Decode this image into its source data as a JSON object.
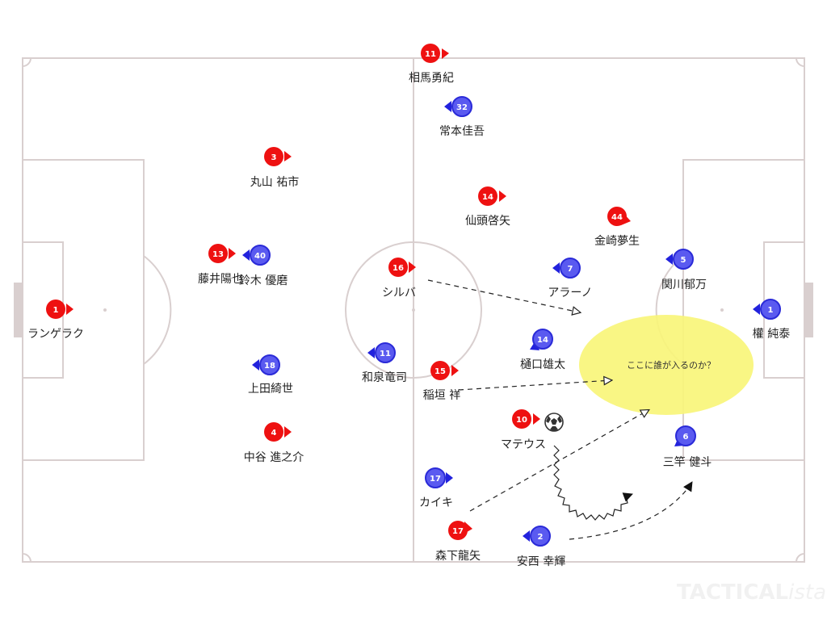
{
  "zone": {
    "text": "ここに誰が入るのか？",
    "color": "#f8f57a"
  },
  "watermark": {
    "main": "TACTICAL",
    "italic": "ista"
  },
  "colors": {
    "home": "#ee1111",
    "away": "#4a4af0",
    "line": "#d9cfcf"
  },
  "players": [
    {
      "id": "r11",
      "team": "red",
      "number": "11",
      "name": "相馬勇紀"
    },
    {
      "id": "r3",
      "team": "red",
      "number": "3",
      "name": "丸山 祐市"
    },
    {
      "id": "r14",
      "team": "red",
      "number": "14",
      "name": "仙頭啓矢"
    },
    {
      "id": "r44",
      "team": "red",
      "number": "44",
      "name": "金崎夢生"
    },
    {
      "id": "r13",
      "team": "red",
      "number": "13",
      "name": "藤井陽也"
    },
    {
      "id": "r16",
      "team": "red",
      "number": "16",
      "name": "シルバ"
    },
    {
      "id": "r1",
      "team": "red",
      "number": "1",
      "name": "ランゲラク"
    },
    {
      "id": "r15",
      "team": "red",
      "number": "15",
      "name": "稲垣 祥"
    },
    {
      "id": "r10",
      "team": "red",
      "number": "10",
      "name": "マテウス"
    },
    {
      "id": "r4",
      "team": "red",
      "number": "4",
      "name": "中谷 進之介"
    },
    {
      "id": "r17",
      "team": "red",
      "number": "17",
      "name": "森下龍矢"
    },
    {
      "id": "b32",
      "team": "blue",
      "number": "32",
      "name": "常本佳吾"
    },
    {
      "id": "b40",
      "team": "blue",
      "number": "40",
      "name": "鈴木 優磨"
    },
    {
      "id": "b7",
      "team": "blue",
      "number": "7",
      "name": "アラーノ"
    },
    {
      "id": "b5",
      "team": "blue",
      "number": "5",
      "name": "関川郁万"
    },
    {
      "id": "b1",
      "team": "blue",
      "number": "1",
      "name": "權 純泰"
    },
    {
      "id": "b14",
      "team": "blue",
      "number": "14",
      "name": "樋口雄太"
    },
    {
      "id": "b11",
      "team": "blue",
      "number": "11",
      "name": "和泉竜司"
    },
    {
      "id": "b18",
      "team": "blue",
      "number": "18",
      "name": "上田綺世"
    },
    {
      "id": "b6",
      "team": "blue",
      "number": "6",
      "name": "三竿 健斗"
    },
    {
      "id": "b17",
      "team": "blue",
      "number": "17",
      "name": "カイキ"
    },
    {
      "id": "b2",
      "team": "blue",
      "number": "2",
      "name": "安西 幸輝"
    }
  ]
}
